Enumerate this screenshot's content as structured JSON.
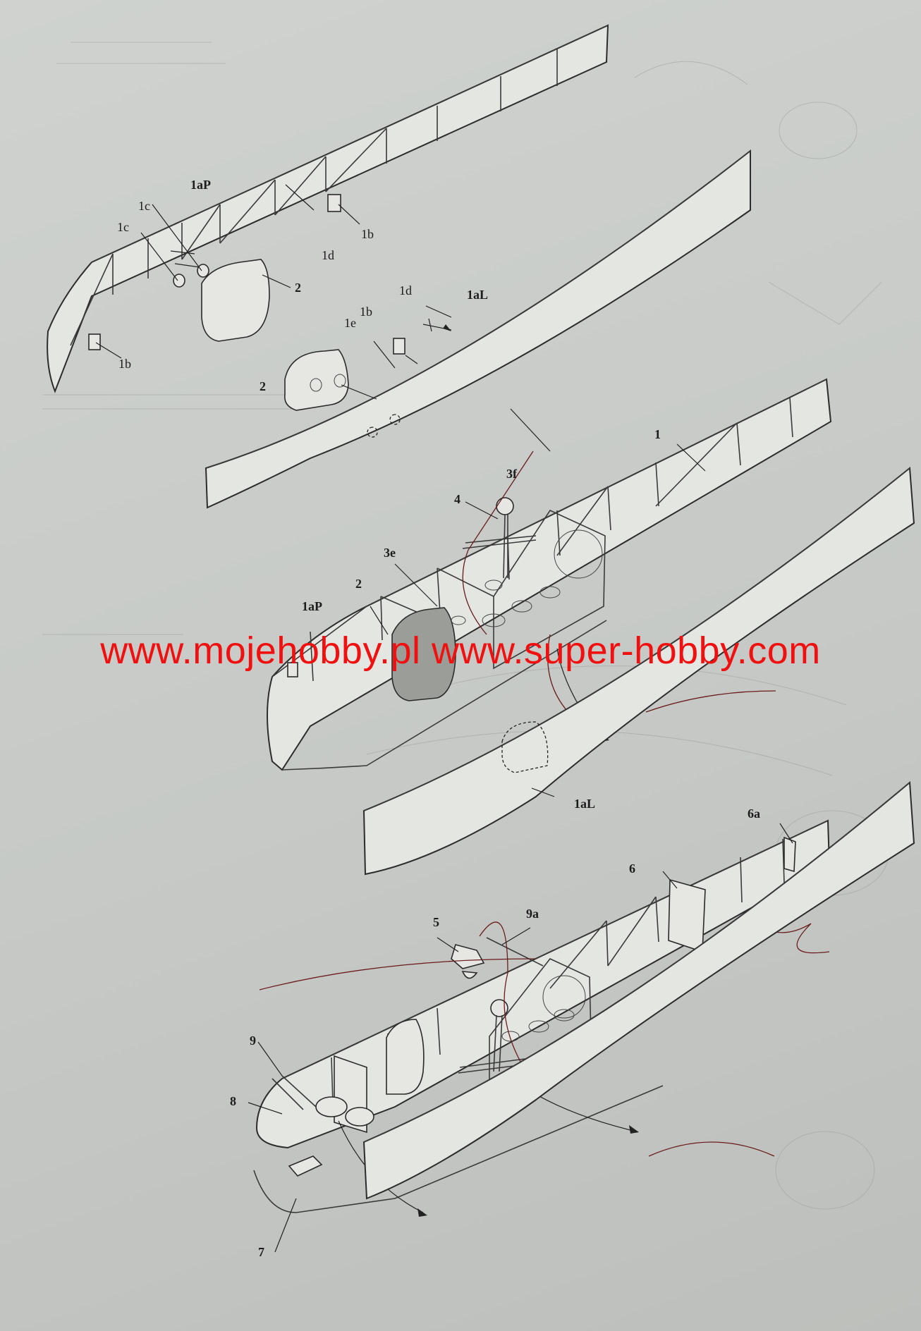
{
  "labels": {
    "top_1aP": "1aP",
    "top_1c_a": "1c",
    "top_1c_b": "1c",
    "top_1b_right": "1b",
    "top_1d_a": "1d",
    "top_2_a": "2",
    "top_1d_b": "1d",
    "top_1aL": "1aL",
    "top_1b_mid": "1b",
    "top_1e": "1e",
    "top_1b_left": "1b",
    "top_2_b": "2",
    "mid_1": "1",
    "mid_3f": "3f",
    "mid_4": "4",
    "mid_3e": "3e",
    "mid_2": "2",
    "mid_1aP": "1aP",
    "mid_1aL": "1aL",
    "bot_6a": "6a",
    "bot_6": "6",
    "bot_9a": "9a",
    "bot_5": "5",
    "bot_9": "9",
    "bot_8": "8",
    "bot_7": "7"
  },
  "watermark": "www.mojehobby.pl www.super-hobby.com",
  "colors": {
    "watermark": "#f01010",
    "paper": "#c9ccc9",
    "wire": "#6a1c1c"
  }
}
